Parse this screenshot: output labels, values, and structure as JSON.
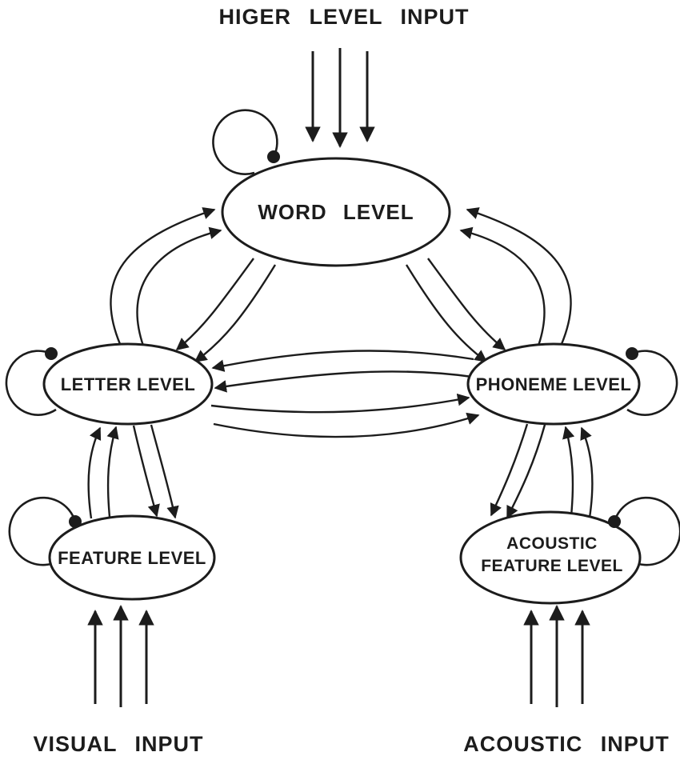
{
  "diagram": {
    "top_input_label": "HIGER LEVEL INPUT",
    "nodes": {
      "word": {
        "label": "WORD LEVEL"
      },
      "letter": {
        "label": "LETTER LEVEL"
      },
      "phoneme": {
        "label": "PHONEME LEVEL"
      },
      "feature": {
        "label": "FEATURE LEVEL"
      },
      "acoustic_feature": {
        "line1": "ACOUSTIC",
        "line2": "FEATURE LEVEL"
      }
    },
    "bottom_inputs": {
      "visual": "VISUAL INPUT",
      "acoustic": "ACOUSTIC INPUT"
    },
    "colors": {
      "line": "#1c1c1c",
      "text": "#1c1c1c",
      "node_fill": "#ffffff",
      "background": "#ffffff"
    }
  }
}
